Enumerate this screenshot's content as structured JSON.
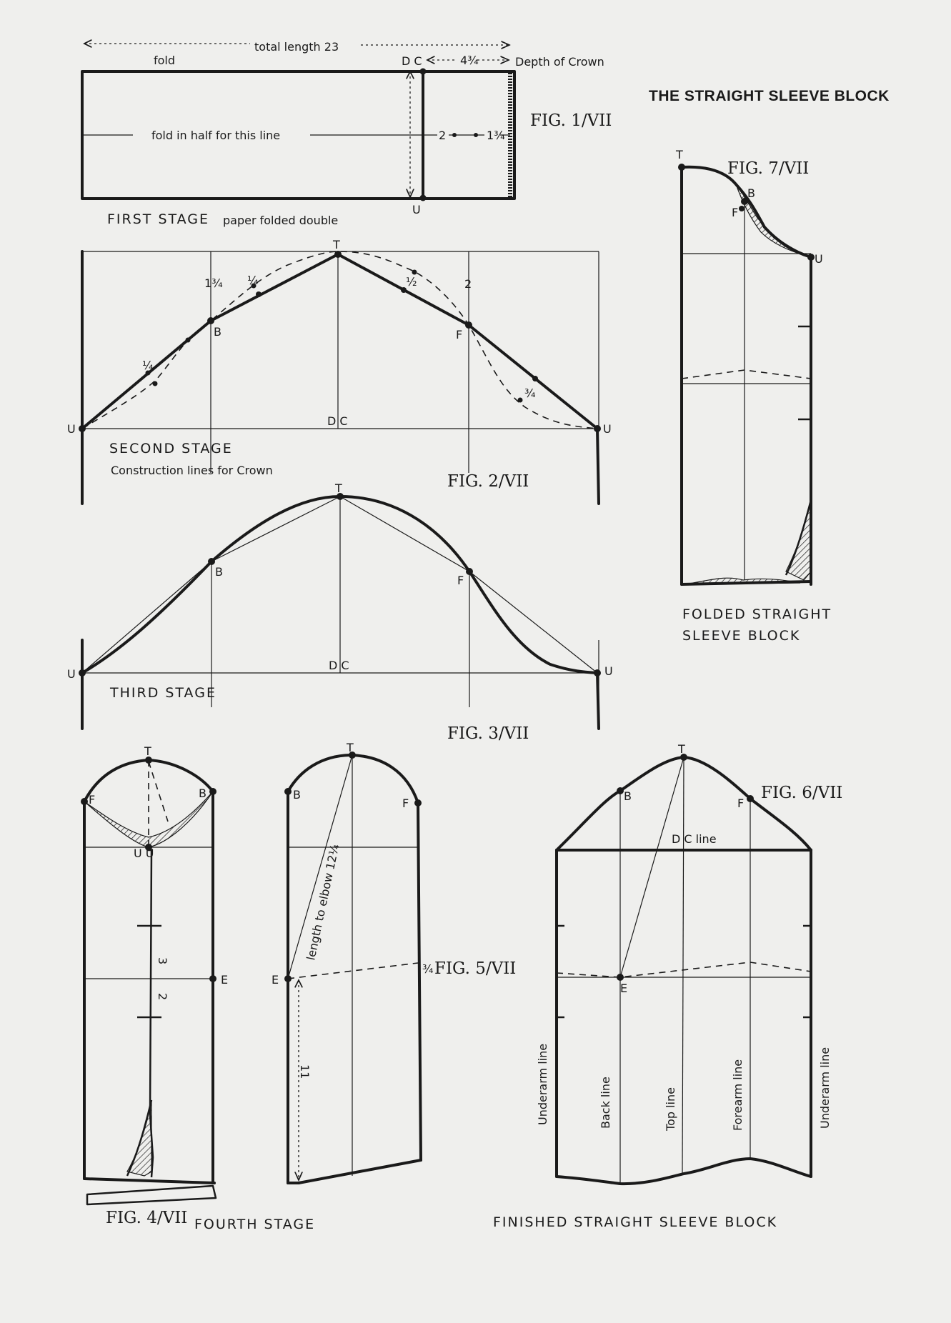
{
  "title": "THE STRAIGHT SLEEVE BLOCK",
  "fig1": {
    "total_length": "total length 23",
    "fold": "fold",
    "dc": "D C",
    "crown_depth_value": "4¾",
    "depth_of_crown": "Depth of Crown",
    "fold_half": "fold in half for this line",
    "mark_two": "2",
    "mark_one_three_quarter": "1¾",
    "u": "U",
    "stage": "FIRST STAGE",
    "paper": "paper folded double",
    "fig": "FIG. 1/VII"
  },
  "fig2": {
    "t": "T",
    "one_three_quarter": "1¾",
    "quarter_a": "¼",
    "half": "½",
    "two": "2",
    "b": "B",
    "f": "F",
    "quarter_b": "¼",
    "three_quarter": "¾",
    "u_left": "U",
    "u_right": "U",
    "dc": "D C",
    "stage": "SECOND STAGE",
    "subtitle": "Construction lines for Crown",
    "fig": "FIG. 2/VII"
  },
  "fig3": {
    "t": "T",
    "b": "B",
    "f": "F",
    "dc": "D C",
    "u_left": "U",
    "u_right": "U",
    "stage": "THIRD STAGE",
    "fig": "FIG. 3/VII"
  },
  "fig4": {
    "t": "T",
    "f": "F",
    "b": "B",
    "uu": "U U",
    "three": "3",
    "two": "2",
    "e": "E",
    "fig": "FIG. 4/VII",
    "stage": "FOURTH STAGE"
  },
  "fig5": {
    "t": "T",
    "b": "B",
    "f": "F",
    "e": "E",
    "elbow": "length to elbow 12¼",
    "three_quarter": "¾",
    "eleven": "11",
    "fig": "FIG. 5/VII"
  },
  "fig6": {
    "t": "T",
    "b": "B",
    "f": "F",
    "dc_line": "D C line",
    "e": "E",
    "underarm_left": "Underarm line",
    "back": "Back line",
    "top": "Top line",
    "forearm": "Forearm line",
    "underarm_right": "Underarm line",
    "fig": "FIG. 6/VII",
    "stage": "FINISHED STRAIGHT SLEEVE BLOCK"
  },
  "fig7": {
    "t": "T",
    "b": "B",
    "f": "F",
    "u": "U",
    "fig": "FIG. 7/VII",
    "stage_line1": "FOLDED STRAIGHT",
    "stage_line2": "SLEEVE BLOCK"
  }
}
